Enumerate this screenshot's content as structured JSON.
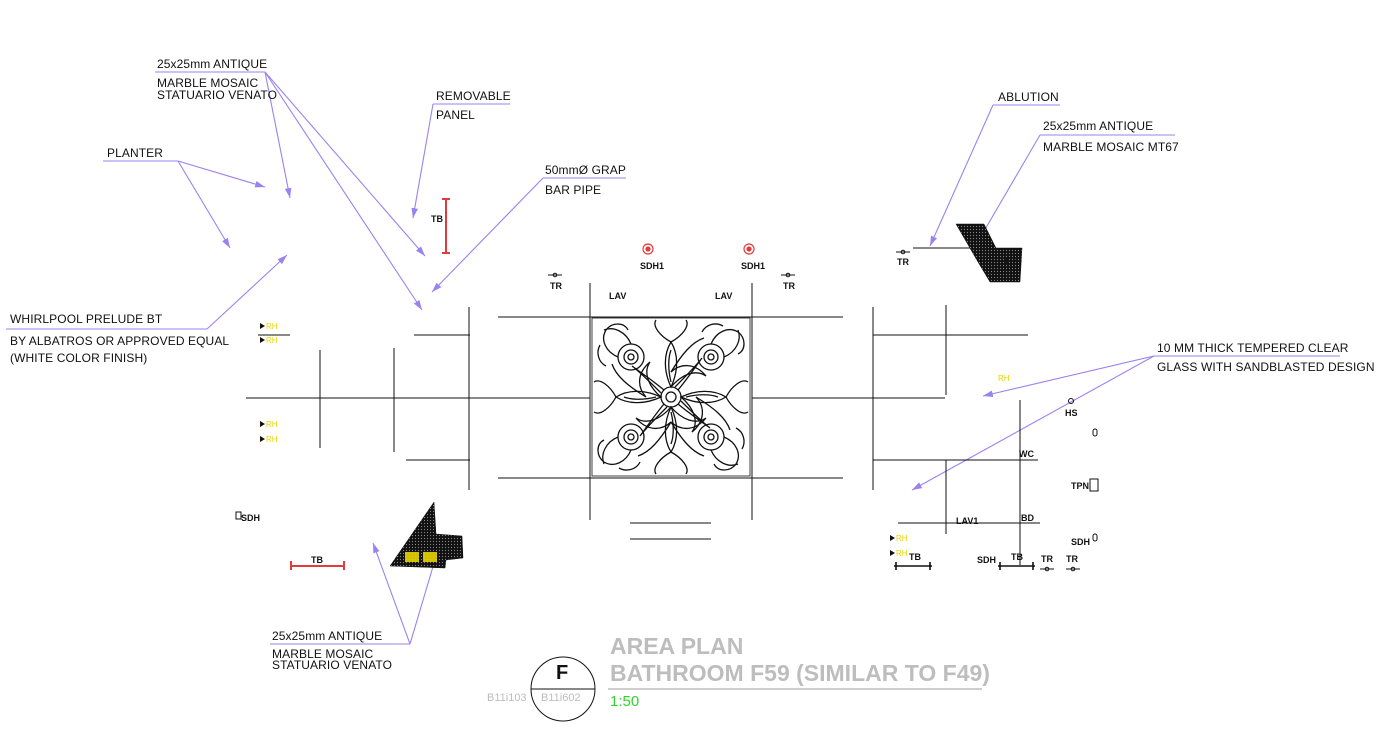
{
  "labels": {
    "mosaic_top_1": "25x25mm ANTIQUE",
    "mosaic_top_2": "MARBLE MOSAIC",
    "mosaic_top_3": "STATUARIO VENATO",
    "planter": "PLANTER",
    "removable_1": "REMOVABLE",
    "removable_2": "PANEL",
    "grap_1": "50mmØ GRAP",
    "grap_2": "BAR PIPE",
    "whirlpool_1": "WHIRLPOOL PRELUDE BT",
    "whirlpool_2": "BY ALBATROS OR APPROVED EQUAL",
    "whirlpool_3": "(WHITE COLOR FINISH)",
    "ablution": "ABLUTION",
    "mt67_1": "25x25mm ANTIQUE",
    "mt67_2": "MARBLE MOSAIC MT67",
    "glass_1": "10 MM THICK TEMPERED CLEAR",
    "glass_2": "GLASS WITH SANDBLASTED DESIGN",
    "mosaic_bot_1": "25x25mm ANTIQUE",
    "mosaic_bot_2": "MARBLE MOSAIC",
    "mosaic_bot_3": "STATUARIO VENATO"
  },
  "fixtures": {
    "tb_left_vert": "TB",
    "sdh1_a": "SDH1",
    "sdh1_b": "SDH1",
    "tr_left": "TR",
    "tr_mid": "TR",
    "lav_left": "LAV",
    "lav_right": "LAV",
    "tr_right_top": "TR",
    "tr_abl": "TR",
    "rh_1": "RH",
    "rh_2": "RH",
    "rh_3": "RH",
    "rh_4": "RH",
    "rh_right": "RH",
    "rh_bot_1": "RH",
    "rh_bot_2": "RH",
    "sdh_left": "SDH",
    "tb_left_bot": "TB",
    "hs": "HS",
    "wc": "WC",
    "tpn": "TPN",
    "bd": "BD",
    "lav1": "LAV1",
    "sdh_right": "SDH",
    "sdh_bot": "SDH",
    "tb_bot_a": "TB",
    "tb_bot_b": "TB",
    "tr_bot_a": "TR",
    "tr_bot_b": "TR"
  },
  "title_block": {
    "marker": "F",
    "ref_left": "B11i103",
    "ref_right": "B11i602",
    "title_line1": "AREA PLAN",
    "title_line2": "BATHROOM F59 (SIMILAR TO F49)",
    "scale": "1:50"
  },
  "colors": {
    "leader": "#9b82ee",
    "line": "#111111",
    "grey_title": "#bdbdbd",
    "scale_green": "#2fd22f",
    "rh_yellow": "#e8d400",
    "tb_red": "#e23b3b"
  }
}
